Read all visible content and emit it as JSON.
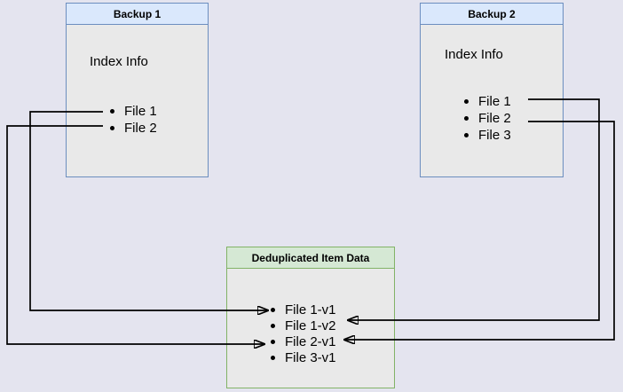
{
  "diagram": {
    "background_color": "#e4e4ef",
    "box_fill": "#e9e9e9",
    "blue_box": {
      "border": "#6c8ebf",
      "title_fill": "#dae8fc"
    },
    "green_box": {
      "border": "#82b366",
      "title_fill": "#d5e8d4"
    },
    "line_color": "#000000"
  },
  "backup1": {
    "title": "Backup 1",
    "subtitle": "Index Info",
    "items": [
      "File 1",
      "File 2"
    ]
  },
  "backup2": {
    "title": "Backup 2",
    "subtitle": "Index Info",
    "items": [
      "File 1",
      "File 2",
      "File 3"
    ]
  },
  "dedup": {
    "title": "Deduplicated Item Data",
    "items": [
      "File 1-v1",
      "File 1-v2",
      "File 2-v1",
      "File 3-v1"
    ]
  },
  "connections": [
    {
      "from": "Backup 1 / File 1",
      "to": "Deduplicated Item Data / File 1-v1",
      "side": "left"
    },
    {
      "from": "Backup 1 / File 2",
      "to": "Deduplicated Item Data / File 2-v1",
      "side": "left"
    },
    {
      "from": "Backup 2 / File 1",
      "to": "Deduplicated Item Data / File 1-v2",
      "side": "right"
    },
    {
      "from": "Backup 2 / File 2",
      "to": "Deduplicated Item Data / File 2-v1",
      "side": "right"
    }
  ]
}
